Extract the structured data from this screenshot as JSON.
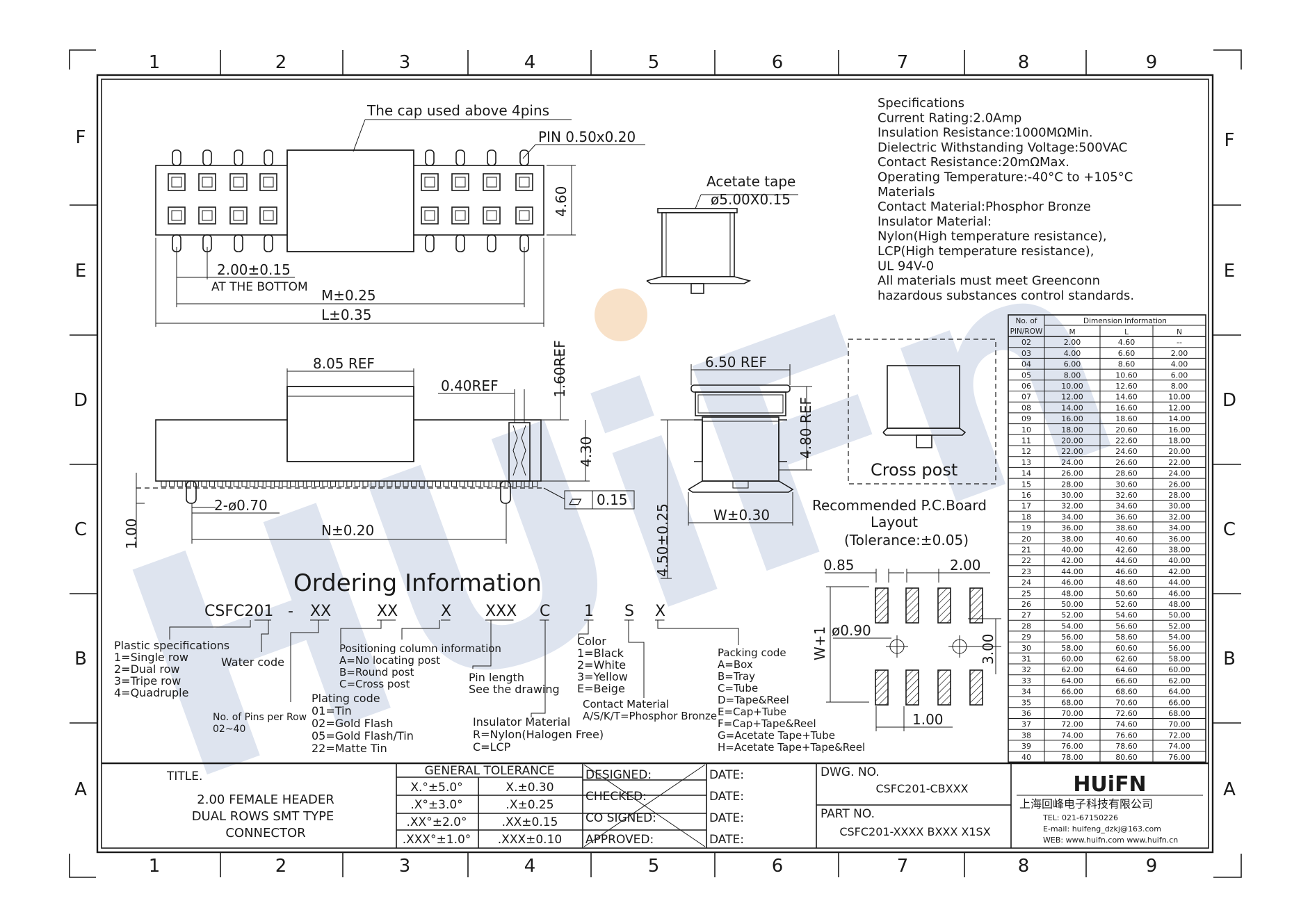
{
  "grid": {
    "columns": [
      "1",
      "2",
      "3",
      "4",
      "5",
      "6",
      "7",
      "8",
      "9"
    ],
    "rows": [
      "F",
      "E",
      "D",
      "C",
      "B",
      "A"
    ]
  },
  "watermark": {
    "text": "HUiFn",
    "color": "#c9d3e6",
    "dot_color": "#f7dcbf"
  },
  "top_view": {
    "cap_note": "The cap used above 4pins",
    "pin_note": "PIN 0.50x0.20",
    "height_dim": "4.60",
    "pitch_dim": "2.00±0.15",
    "pitch_note": "AT THE BOTTOM",
    "m_dim": "M±0.25",
    "l_dim": "L±0.35"
  },
  "acetate": {
    "label": "Acetate tape",
    "size": "ø5.00X0.15"
  },
  "side_view": {
    "cap_width": "8.05 REF",
    "gap_dim": "0.40REF",
    "top_dim": "1.60REF",
    "height_dim": "4.30",
    "hole_dim": "2-ø0.70",
    "n_dim": "N±0.20",
    "leg_dim": "1.00",
    "flat_sym": "▱",
    "flat_val": "0.15"
  },
  "end_view": {
    "width_dim": "6.50 REF",
    "height_dim": "4.80 REF",
    "w_dim": "W±0.30",
    "total_dim": "4.50±0.25"
  },
  "cross_post": {
    "label": "Cross post"
  },
  "specs": {
    "lines": [
      "Specifications",
      "Current Rating:2.0Amp",
      "Insulation Resistance:1000MΩMin.",
      "Dielectric Withstanding Voltage:500VAC",
      "Contact Resistance:20mΩMax.",
      "Operating Temperature:-40°C to +105°C",
      "Materials",
      "Contact Material:Phosphor Bronze",
      "Insulator Material:",
      "Nylon(High temperature resistance),",
      "LCP(High temperature resistance),",
      "UL 94V-0",
      "All materials must meet Greenconn",
      "hazardous substances control standards."
    ]
  },
  "dimension_table": {
    "col1_header_a": "No. of",
    "col1_header_b": "PIN/ROW",
    "group_header": "Dimension Information",
    "col_headers": [
      "M",
      "L",
      "N"
    ],
    "rows": [
      [
        "02",
        "2.00",
        "4.60",
        "--"
      ],
      [
        "03",
        "4.00",
        "6.60",
        "2.00"
      ],
      [
        "04",
        "6.00",
        "8.60",
        "4.00"
      ],
      [
        "05",
        "8.00",
        "10.60",
        "6.00"
      ],
      [
        "06",
        "10.00",
        "12.60",
        "8.00"
      ],
      [
        "07",
        "12.00",
        "14.60",
        "10.00"
      ],
      [
        "08",
        "14.00",
        "16.60",
        "12.00"
      ],
      [
        "09",
        "16.00",
        "18.60",
        "14.00"
      ],
      [
        "10",
        "18.00",
        "20.60",
        "16.00"
      ],
      [
        "11",
        "20.00",
        "22.60",
        "18.00"
      ],
      [
        "12",
        "22.00",
        "24.60",
        "20.00"
      ],
      [
        "13",
        "24.00",
        "26.60",
        "22.00"
      ],
      [
        "14",
        "26.00",
        "28.60",
        "24.00"
      ],
      [
        "15",
        "28.00",
        "30.60",
        "26.00"
      ],
      [
        "16",
        "30.00",
        "32.60",
        "28.00"
      ],
      [
        "17",
        "32.00",
        "34.60",
        "30.00"
      ],
      [
        "18",
        "34.00",
        "36.60",
        "32.00"
      ],
      [
        "19",
        "36.00",
        "38.60",
        "34.00"
      ],
      [
        "20",
        "38.00",
        "40.60",
        "36.00"
      ],
      [
        "21",
        "40.00",
        "42.60",
        "38.00"
      ],
      [
        "22",
        "42.00",
        "44.60",
        "40.00"
      ],
      [
        "23",
        "44.00",
        "46.60",
        "42.00"
      ],
      [
        "24",
        "46.00",
        "48.60",
        "44.00"
      ],
      [
        "25",
        "48.00",
        "50.60",
        "46.00"
      ],
      [
        "26",
        "50.00",
        "52.60",
        "48.00"
      ],
      [
        "27",
        "52.00",
        "54.60",
        "50.00"
      ],
      [
        "28",
        "54.00",
        "56.60",
        "52.00"
      ],
      [
        "29",
        "56.00",
        "58.60",
        "54.00"
      ],
      [
        "30",
        "58.00",
        "60.60",
        "56.00"
      ],
      [
        "31",
        "60.00",
        "62.60",
        "58.00"
      ],
      [
        "32",
        "62.00",
        "64.60",
        "60.00"
      ],
      [
        "33",
        "64.00",
        "66.60",
        "62.00"
      ],
      [
        "34",
        "66.00",
        "68.60",
        "64.00"
      ],
      [
        "35",
        "68.00",
        "70.60",
        "66.00"
      ],
      [
        "36",
        "70.00",
        "72.60",
        "68.00"
      ],
      [
        "37",
        "72.00",
        "74.60",
        "70.00"
      ],
      [
        "38",
        "74.00",
        "76.60",
        "72.00"
      ],
      [
        "39",
        "76.00",
        "78.60",
        "74.00"
      ],
      [
        "40",
        "78.00",
        "80.60",
        "76.00"
      ]
    ]
  },
  "pcb_layout": {
    "title_1": "Recommended P.C.Board",
    "title_2": "Layout",
    "title_3": "(Tolerance:±0.05)",
    "dim_a": "0.85",
    "dim_b": "2.00",
    "hole_dim": "ø0.90",
    "row_dim": "3.00",
    "w_dim": "W+1",
    "pad_dim": "1.00"
  },
  "ordering": {
    "title": "Ordering Information",
    "parts": [
      "CSFC201",
      "-",
      "XX",
      "XX",
      "X",
      "XXX",
      "C",
      "1",
      "S",
      "X"
    ],
    "plastic": [
      "Plastic specifications",
      "1=Single row",
      "2=Dual row",
      "3=Tripe row",
      "4=Quadruple"
    ],
    "water": "Water code",
    "pins": [
      "No. of Pins per Row",
      "02~40"
    ],
    "positioning": [
      "Positioning column information",
      "A=No locating post",
      "B=Round post",
      "C=Cross post"
    ],
    "plating": [
      "Plating code",
      "01=Tin",
      "02=Gold Flash",
      "05=Gold Flash/Tin",
      "22=Matte Tin"
    ],
    "pin_length": [
      "Pin length",
      "See the drawing"
    ],
    "insulator": [
      "Insulator Material",
      "R=Nylon(Halogen Free)",
      "C=LCP"
    ],
    "color": [
      "Color",
      "1=Black",
      "2=White",
      "3=Yellow",
      "E=Beige"
    ],
    "contact": [
      "Contact Material",
      "A/S/K/T=Phosphor Bronze"
    ],
    "packing": [
      "Packing code",
      "A=Box",
      "B=Tray",
      "C=Tube",
      "D=Tape&Reel",
      "E=Cap+Tube",
      "F=Cap+Tape&Reel",
      "G=Acetate Tape+Tube",
      "H=Acetate Tape+Tape&Reel"
    ]
  },
  "title_block": {
    "title_label": "TITLE.",
    "title_lines": [
      "2.00 FEMALE HEADER",
      "DUAL ROWS SMT TYPE",
      "CONNECTOR"
    ],
    "tolerance_header": "GENERAL TOLERANCE",
    "tolerance_rows": [
      [
        "X.°±5.0°",
        "X.±0.30"
      ],
      [
        ".X°±3.0°",
        ".X±0.25"
      ],
      [
        ".XX°±2.0°",
        ".XX±0.15"
      ],
      [
        ".XXX°±1.0°",
        ".XXX±0.10"
      ]
    ],
    "sign_rows": [
      [
        "DESIGNED:",
        "DATE:"
      ],
      [
        "CHECKED:",
        "DATE:"
      ],
      [
        "CO SIGNED:",
        "DATE:"
      ],
      [
        "APPROVED:",
        "DATE:"
      ]
    ],
    "dwg_label": "DWG. NO.",
    "dwg_no": "CSFC201-CBXXX",
    "part_label": "PART NO.",
    "part_no": "CSFC201-XXXX BXXX X1SX",
    "company_logo": "HUiFN",
    "company_name": "上海回峰电子科技有限公司",
    "tel": "TEL: 021-67150226",
    "email": "E-mail: huifeng_dzkj@163.com",
    "web": "WEB: www.huifn.com  www.huifn.cn"
  }
}
